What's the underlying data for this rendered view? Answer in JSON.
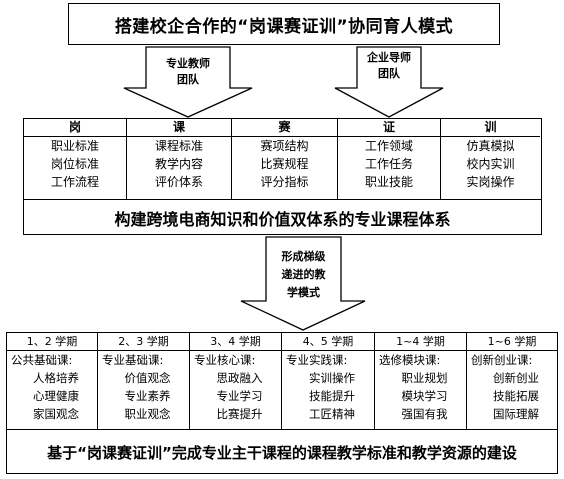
{
  "title": "搭建校企合作的“岗课赛证训”协同育人模式",
  "arrows": {
    "left_label_1": "专业教师",
    "left_label_2": "团队",
    "right_label_1": "企业导师",
    "right_label_2": "团队",
    "middle_label_1": "形成梯级",
    "middle_label_2": "递进的教",
    "middle_label_3": "学模式"
  },
  "middle_table": {
    "columns": [
      {
        "header": "岗",
        "items": [
          "职业标准",
          "岗位标准",
          "工作流程"
        ]
      },
      {
        "header": "课",
        "items": [
          "课程标准",
          "教学内容",
          "评价体系"
        ]
      },
      {
        "header": "赛",
        "items": [
          "赛项结构",
          "比赛规程",
          "评分指标"
        ]
      },
      {
        "header": "证",
        "items": [
          "工作领域",
          "工作任务",
          "职业技能"
        ]
      },
      {
        "header": "训",
        "items": [
          "仿真模拟",
          "校内实训",
          "实岗操作"
        ]
      }
    ],
    "footer": "构建跨境电商知识和价值双体系的专业课程体系"
  },
  "bottom_table": {
    "columns": [
      {
        "header": "1、2 学期",
        "subtitle": "公共基础课:",
        "items": [
          "人格培养",
          "心理健康",
          "家国观念"
        ]
      },
      {
        "header": "2、3 学期",
        "subtitle": "专业基础课:",
        "items": [
          "价值观念",
          "专业素养",
          "职业观念"
        ]
      },
      {
        "header": "3、4 学期",
        "subtitle": "专业核心课:",
        "items": [
          "思政融入",
          "专业学习",
          "比赛提升"
        ]
      },
      {
        "header": "4、5 学期",
        "subtitle": "专业实践课:",
        "items": [
          "实训操作",
          "技能提升",
          "工匠精神"
        ]
      },
      {
        "header": "1~4 学期",
        "subtitle": "选修模块课:",
        "items": [
          "职业规划",
          "模块学习",
          "强国有我"
        ]
      },
      {
        "header": "1~6 学期",
        "subtitle": "创新创业课:",
        "items": [
          "创新创业",
          "技能拓展",
          "国际理解"
        ]
      }
    ],
    "footer": "基于“岗课赛证训”完成专业主干课程的课程教学标准和教学资源的建设"
  }
}
